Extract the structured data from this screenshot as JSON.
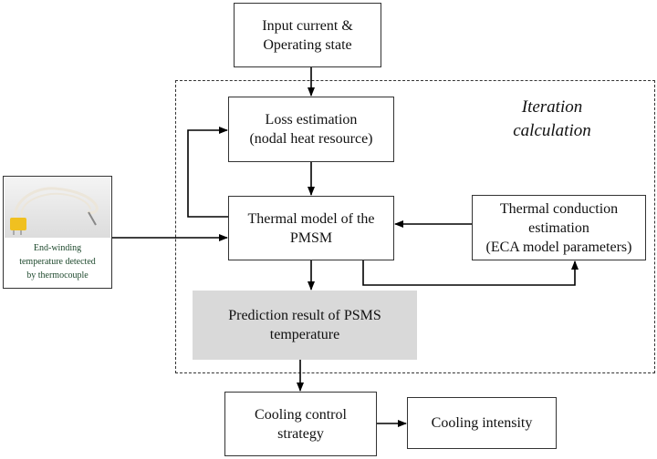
{
  "boxes": {
    "input": {
      "line1": "Input current &",
      "line2": "Operating state"
    },
    "loss": {
      "line1": "Loss estimation",
      "line2": "(nodal heat resource)"
    },
    "thermal_model": {
      "line1": "Thermal model of the",
      "line2": "PMSM"
    },
    "conduction": {
      "line1": "Thermal  conduction",
      "line2": "estimation",
      "line3": "(ECA model parameters)"
    },
    "prediction": {
      "line1": "Prediction result of PSMS",
      "line2": "temperature"
    },
    "cooling_control": {
      "line1": "Cooling control",
      "line2": "strategy"
    },
    "cooling_intensity": {
      "line1": "Cooling intensity"
    }
  },
  "iteration_label": {
    "line1": "Iteration",
    "line2": "calculation"
  },
  "sensor": {
    "caption1": "End-winding",
    "caption2": "temperature detected",
    "caption3": "by thermocouple",
    "cable_color": "#ece6da",
    "connector_color": "#f0c020"
  },
  "colors": {
    "shaded_box": "#d9d9d9",
    "line": "#000000"
  }
}
